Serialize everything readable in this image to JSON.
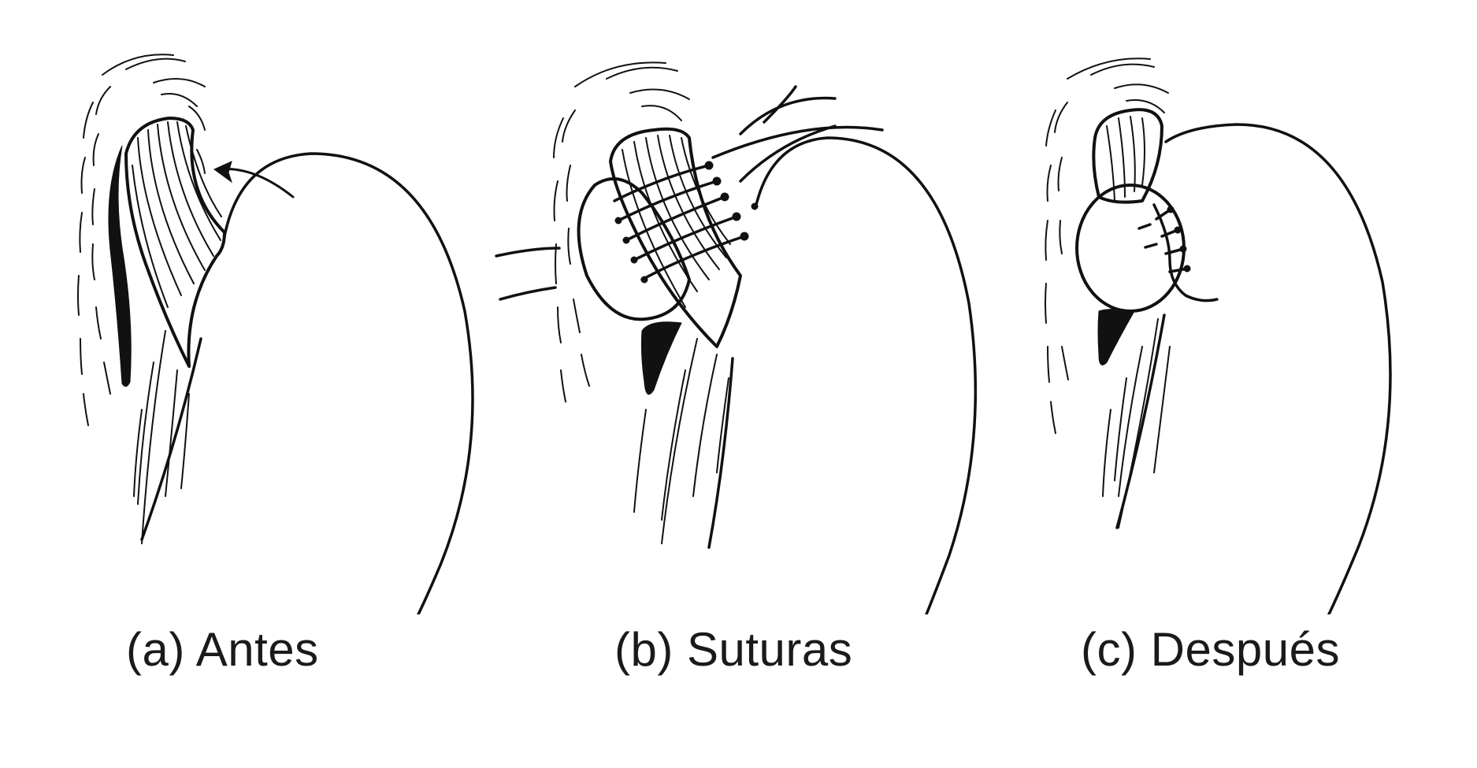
{
  "panels": [
    {
      "id": "a",
      "caption": "(a) Antes"
    },
    {
      "id": "b",
      "caption": "(b) Suturas"
    },
    {
      "id": "c",
      "caption": "(c) Después"
    }
  ],
  "colors": {
    "ink": "#111111",
    "background": "#ffffff"
  }
}
